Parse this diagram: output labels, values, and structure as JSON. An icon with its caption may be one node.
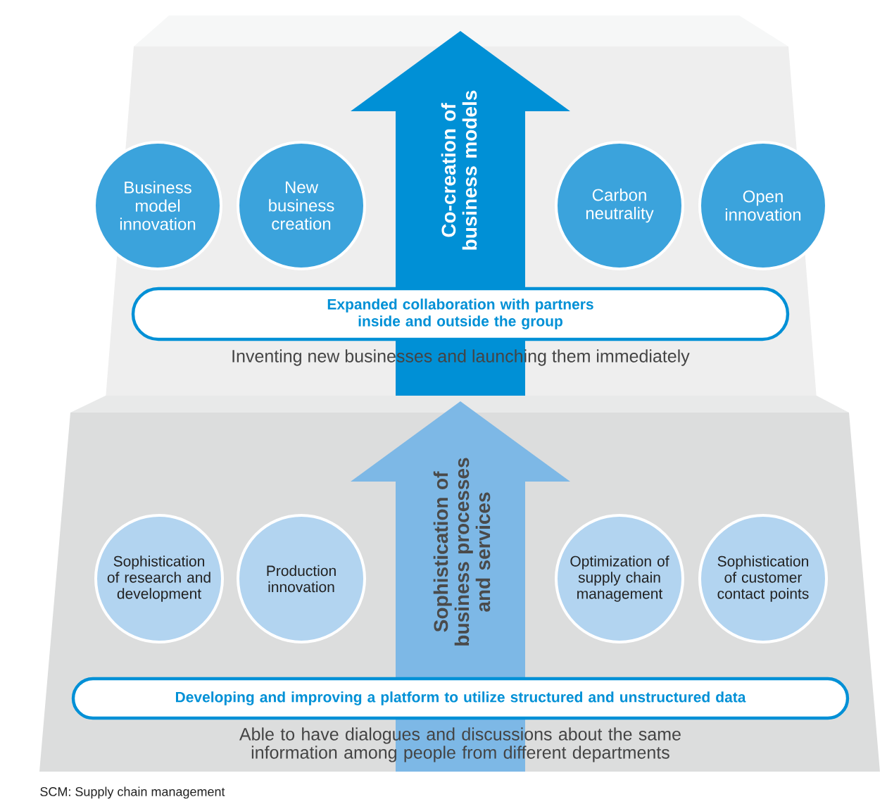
{
  "diagram": {
    "nodes": [
      {
        "text": [
          "Co-creation of business models"
        ]
      },
      {
        "text": [
          "Business model innovation"
        ]
      },
      {
        "text": [
          "New business creation"
        ]
      },
      {
        "text": [
          "Carbon neutrality"
        ]
      },
      {
        "text": [
          "Open innovation"
        ]
      },
      {
        "text": [
          "Expanded collaboration with partners inside and outside the group"
        ]
      },
      {
        "text": [
          "Sophistication of business processes and services"
        ]
      },
      {
        "text": [
          "Sophistication of research and development"
        ]
      },
      {
        "text": [
          "Production innovation"
        ]
      },
      {
        "text": [
          "Optimization of supply chain management"
        ]
      },
      {
        "text": [
          "Sophistication of customer contact points"
        ]
      },
      {
        "text": [
          "Developing and improving a platform to utilize structured and unstructured data"
        ]
      }
    ],
    "labels": [
      "Inventing new businesses and launching them immediately",
      "Able to have dialogues and discussions about the same information among people from different departments",
      "SCM: Supply chain management"
    ]
  }
}
